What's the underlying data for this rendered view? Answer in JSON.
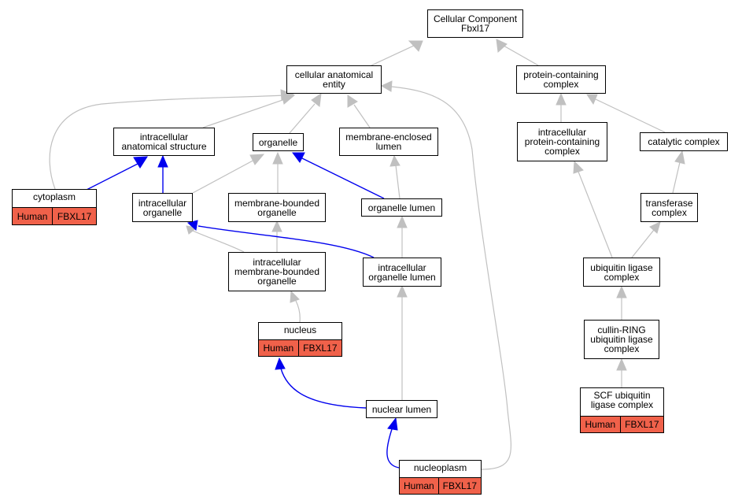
{
  "root": {
    "title_line1": "Cellular Component",
    "title_line2": "Fbxl17"
  },
  "nodes": {
    "cellular_anatomical_entity": "cellular anatomical\nentity",
    "protein_containing_complex": "protein-containing\ncomplex",
    "intracellular_anatomical_structure": "intracellular\nanatomical structure",
    "organelle": "organelle",
    "membrane_enclosed_lumen": "membrane-enclosed\nlumen",
    "intracellular_protein_containing_complex": "intracellular\nprotein-containing\ncomplex",
    "catalytic_complex": "catalytic complex",
    "cytoplasm": "cytoplasm",
    "intracellular_organelle": "intracellular\norganelle",
    "membrane_bounded_organelle": "membrane-bounded\norganelle",
    "organelle_lumen": "organelle lumen",
    "transferase_complex": "transferase\ncomplex",
    "intracellular_membrane_bounded_organelle": "intracellular\nmembrane-bounded\norganelle",
    "intracellular_organelle_lumen": "intracellular\norganelle lumen",
    "ubiquitin_ligase_complex": "ubiquitin ligase\ncomplex",
    "nucleus": "nucleus",
    "cullin_ring_ubiquitin_ligase_complex": "cullin-RING\nubiquitin ligase\ncomplex",
    "nuclear_lumen": "nuclear lumen",
    "scf_ubiquitin_ligase_complex": "SCF ubiquitin\nligase complex",
    "nucleoplasm": "nucleoplasm"
  },
  "annotations": {
    "cytoplasm": {
      "species": "Human",
      "gene": "FBXL17"
    },
    "nucleus": {
      "species": "Human",
      "gene": "FBXL17"
    },
    "scf_ubiquitin_ligase_complex": {
      "species": "Human",
      "gene": "FBXL17"
    },
    "nucleoplasm": {
      "species": "Human",
      "gene": "FBXL17"
    }
  },
  "colors": {
    "is_a_edge": "#c0c0c0",
    "part_of_edge": "#0000ee",
    "annotation_fill": "#f0614a",
    "node_border": "#000000"
  },
  "edges": [
    {
      "from": "cellular_anatomical_entity",
      "to": "root",
      "type": "is_a"
    },
    {
      "from": "protein_containing_complex",
      "to": "root",
      "type": "is_a"
    },
    {
      "from": "intracellular_anatomical_structure",
      "to": "cellular_anatomical_entity",
      "type": "is_a"
    },
    {
      "from": "organelle",
      "to": "cellular_anatomical_entity",
      "type": "is_a"
    },
    {
      "from": "membrane_enclosed_lumen",
      "to": "cellular_anatomical_entity",
      "type": "is_a"
    },
    {
      "from": "cytoplasm",
      "to": "cellular_anatomical_entity",
      "type": "is_a"
    },
    {
      "from": "nucleoplasm",
      "to": "cellular_anatomical_entity",
      "type": "is_a"
    },
    {
      "from": "cytoplasm",
      "to": "intracellular_anatomical_structure",
      "type": "part_of"
    },
    {
      "from": "intracellular_organelle",
      "to": "intracellular_anatomical_structure",
      "type": "part_of"
    },
    {
      "from": "intracellular_organelle",
      "to": "organelle",
      "type": "is_a"
    },
    {
      "from": "membrane_bounded_organelle",
      "to": "organelle",
      "type": "is_a"
    },
    {
      "from": "organelle_lumen",
      "to": "organelle",
      "type": "part_of"
    },
    {
      "from": "organelle_lumen",
      "to": "membrane_enclosed_lumen",
      "type": "is_a"
    },
    {
      "from": "intracellular_membrane_bounded_organelle",
      "to": "intracellular_organelle",
      "type": "is_a"
    },
    {
      "from": "intracellular_membrane_bounded_organelle",
      "to": "membrane_bounded_organelle",
      "type": "is_a"
    },
    {
      "from": "intracellular_organelle_lumen",
      "to": "intracellular_organelle",
      "type": "part_of"
    },
    {
      "from": "intracellular_organelle_lumen",
      "to": "organelle_lumen",
      "type": "is_a"
    },
    {
      "from": "nucleus",
      "to": "intracellular_membrane_bounded_organelle",
      "type": "is_a"
    },
    {
      "from": "nuclear_lumen",
      "to": "intracellular_organelle_lumen",
      "type": "is_a"
    },
    {
      "from": "nuclear_lumen",
      "to": "nucleus",
      "type": "part_of"
    },
    {
      "from": "nucleoplasm",
      "to": "nuclear_lumen",
      "type": "part_of"
    },
    {
      "from": "intracellular_protein_containing_complex",
      "to": "protein_containing_complex",
      "type": "is_a"
    },
    {
      "from": "catalytic_complex",
      "to": "protein_containing_complex",
      "type": "is_a"
    },
    {
      "from": "ubiquitin_ligase_complex",
      "to": "intracellular_protein_containing_complex",
      "type": "is_a"
    },
    {
      "from": "transferase_complex",
      "to": "catalytic_complex",
      "type": "is_a"
    },
    {
      "from": "ubiquitin_ligase_complex",
      "to": "transferase_complex",
      "type": "is_a"
    },
    {
      "from": "cullin_ring_ubiquitin_ligase_complex",
      "to": "ubiquitin_ligase_complex",
      "type": "is_a"
    },
    {
      "from": "scf_ubiquitin_ligase_complex",
      "to": "cullin_ring_ubiquitin_ligase_complex",
      "type": "is_a"
    }
  ]
}
